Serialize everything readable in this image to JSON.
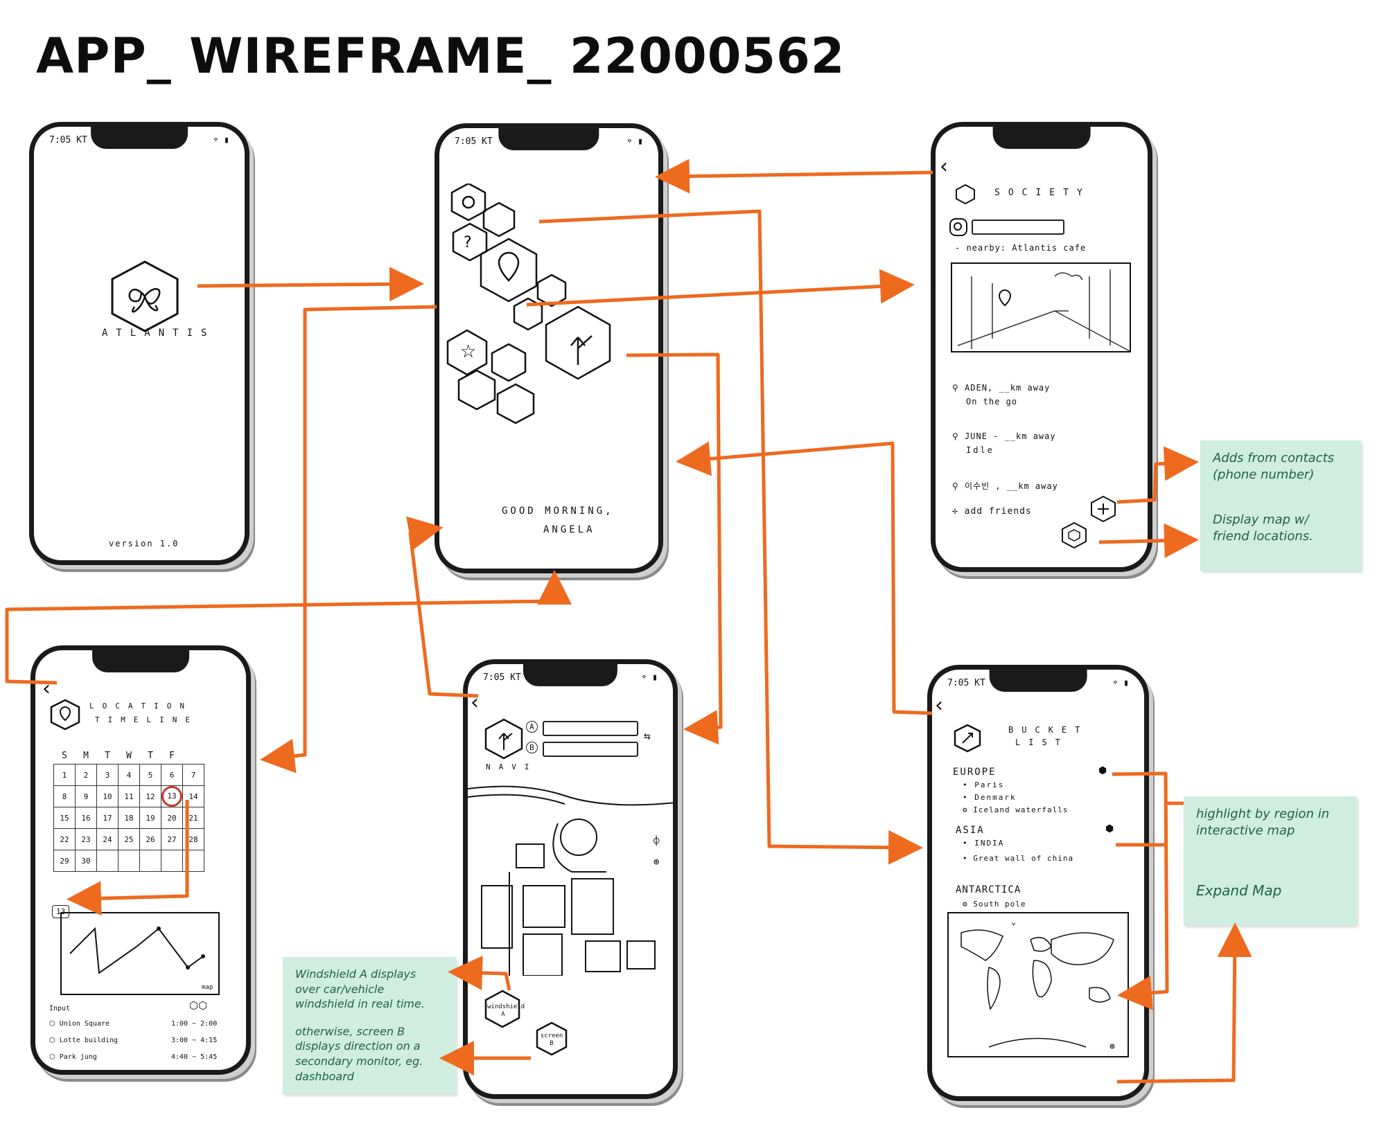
{
  "title": "APP_ WIREFRAME_ 22000562",
  "status_time": "7:05 KT",
  "splash": {
    "brand": "ATLANTIS",
    "version": "version 1.0"
  },
  "home": {
    "greeting": "GOOD MORNING,",
    "name": "ANGELA"
  },
  "society": {
    "heading": "SOCIETY",
    "nearby": "- nearby: Atlantis cafe",
    "friends": [
      {
        "name": "ADEN, __km away",
        "status": "On the go"
      },
      {
        "name": "JUNE - __km away",
        "status": "Idle"
      },
      {
        "name": "이수빈 , __km away",
        "status": ""
      }
    ],
    "add_friends": "add friends"
  },
  "timeline": {
    "heading": "LOCATION",
    "heading2": "TIMELINE",
    "weekdays": [
      "S",
      "M",
      "T",
      "W",
      "T",
      "F"
    ],
    "weeks": [
      [
        "1",
        "2",
        "3",
        "4",
        "5",
        "6",
        "7"
      ],
      [
        "8",
        "9",
        "10",
        "11",
        "12",
        "13",
        "14"
      ],
      [
        "15",
        "16",
        "17",
        "18",
        "19",
        "20",
        "21"
      ],
      [
        "22",
        "23",
        "24",
        "25",
        "26",
        "27",
        "28"
      ],
      [
        "29",
        "30",
        "",
        "",
        "",
        "",
        ""
      ]
    ],
    "selected_day": "13",
    "map_label": "map",
    "list_header": "Input",
    "entries": [
      {
        "place": "Union Square",
        "time": "1:00 ~ 2:00"
      },
      {
        "place": "Lotte building",
        "time": "3:00 ~ 4:15"
      },
      {
        "place": "Park jung",
        "time": "4:40 ~ 5:45"
      }
    ]
  },
  "navi": {
    "heading": "NAVI",
    "slot_a": "A",
    "slot_b": "B",
    "windshield": "windshield A",
    "screen": "screen B"
  },
  "bucket": {
    "heading": "BUCKET",
    "heading2": "LIST",
    "regions": [
      {
        "name": "EUROPE",
        "items": [
          "Paris",
          "Denmark",
          "Iceland waterfalls"
        ]
      },
      {
        "name": "ASIA",
        "items": [
          "INDIA",
          "Great wall of china"
        ]
      },
      {
        "name": "ANTARCTICA",
        "items": [
          "South pole"
        ]
      }
    ]
  },
  "notes": {
    "contacts": "Adds from contacts (phone number)",
    "display_map": "Display map w/ friend locations.",
    "highlight": "highlight by region in interactive map",
    "expand": "Expand Map",
    "windshield": "Windshield A displays over car/vehicle windshield in real time.",
    "screen": "otherwise, screen B displays direction on a secondary monitor, eg. dashboard"
  },
  "colors": {
    "arrow": "#ee6a1f",
    "note": "#cfeee0",
    "ink": "#1a1a1a"
  }
}
